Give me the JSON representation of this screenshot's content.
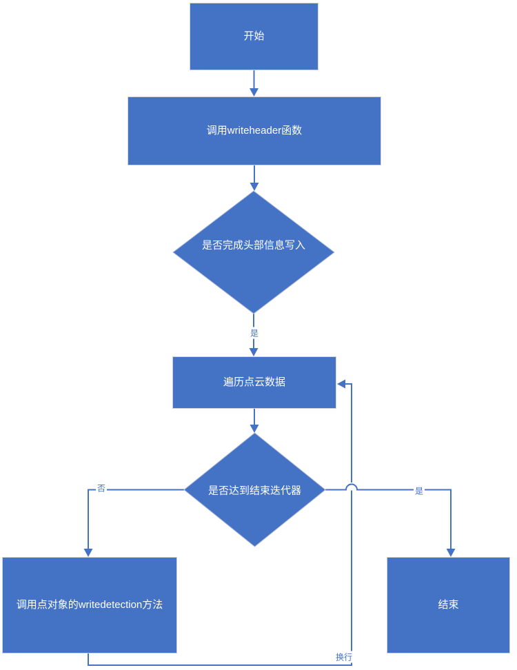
{
  "diagram": {
    "type": "flowchart",
    "background": "#FFFFFF",
    "colors": {
      "node_fill": "#4472C4",
      "node_border": "#D2D2D2",
      "connector": "#4472C4",
      "node_text": "#FFFFFF",
      "edge_label_text": "#4472C4"
    },
    "nodes": {
      "start": {
        "label": "开始",
        "shape": "rectangle"
      },
      "write_header": {
        "label": "调用writeheader函数",
        "shape": "rectangle"
      },
      "header_done": {
        "label": "是否完成头部信息写入",
        "shape": "decision"
      },
      "iterate_cloud": {
        "label": "遍历点云数据",
        "shape": "rectangle"
      },
      "end_iterator": {
        "label": "是否达到结束迭代器",
        "shape": "decision"
      },
      "write_detection": {
        "label": "调用点对象的writedetection方法",
        "shape": "rectangle"
      },
      "end": {
        "label": "结束",
        "shape": "rectangle"
      }
    },
    "edge_labels": {
      "header_done_yes": "是",
      "end_iterator_no": "否",
      "end_iterator_yes": "是",
      "loop_back": "换行"
    }
  }
}
